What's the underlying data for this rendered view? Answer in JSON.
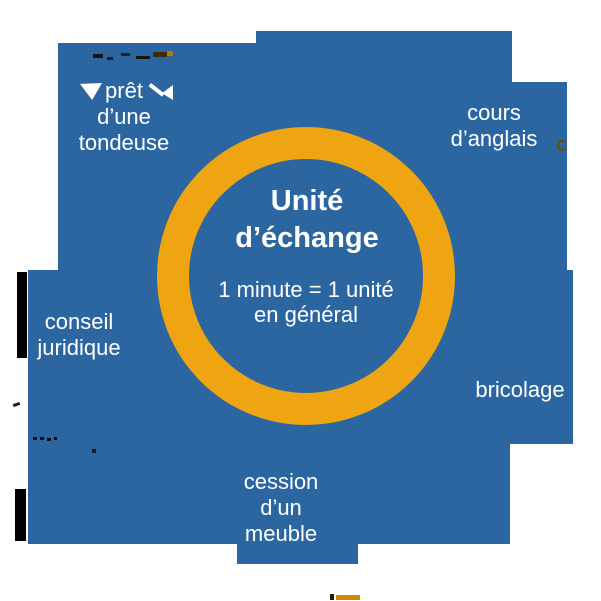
{
  "center": {
    "title_line1": "Unité",
    "title_line2": "d’échange",
    "subtitle_line1": "1 minute = 1 unité",
    "subtitle_line2": "en général"
  },
  "labels": {
    "tondeuse": {
      "line1": "prêt",
      "line2": "d’une",
      "line3": "tondeuse"
    },
    "anglais": {
      "line1": "cours",
      "line2": "d’anglais"
    },
    "juridique": {
      "line1": "conseil",
      "line2": "juridique"
    },
    "bricolage": {
      "line1": "bricolage"
    },
    "meuble": {
      "line1": "cession",
      "line2": "d’un",
      "line3": "meuble"
    }
  },
  "colors": {
    "cloud_blue": "#2b66a0",
    "ring_orange": "#eea511",
    "text_white": "#ffffff",
    "shadow_black": "#000000"
  }
}
